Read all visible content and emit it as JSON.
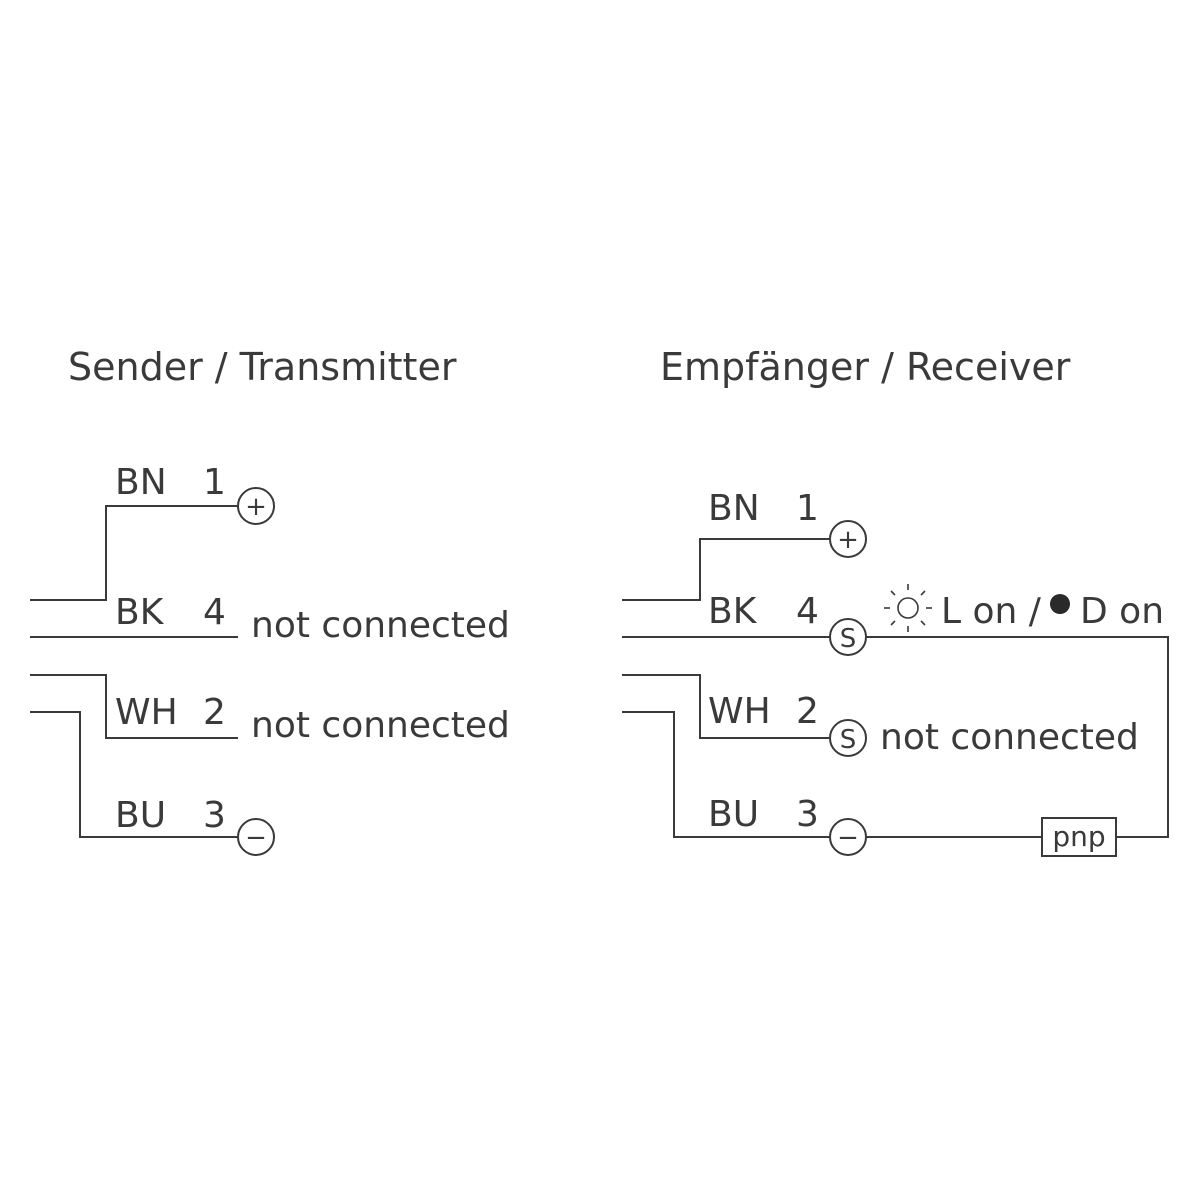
{
  "transmitter": {
    "title": "Sender / Transmitter",
    "wires": [
      {
        "color": "BN",
        "pin": "1",
        "terminal": "+"
      },
      {
        "color": "BK",
        "pin": "4",
        "note": "not connected"
      },
      {
        "color": "WH",
        "pin": "2",
        "note": "not connected"
      },
      {
        "color": "BU",
        "pin": "3",
        "terminal": "−"
      }
    ]
  },
  "receiver": {
    "title": "Empfänger / Receiver",
    "wires": [
      {
        "color": "BN",
        "pin": "1",
        "terminal": "+"
      },
      {
        "color": "BK",
        "pin": "4",
        "terminal": "S"
      },
      {
        "color": "WH",
        "pin": "2",
        "terminal": "S",
        "note": "not connected"
      },
      {
        "color": "BU",
        "pin": "3",
        "terminal": "−"
      }
    ],
    "output_note": {
      "light_on": "L on /",
      "dark_on": "D on"
    },
    "output_type": "pnp"
  },
  "colors": {
    "line": "#3a3a3a",
    "background": "#ffffff"
  },
  "icons": [
    "sun-icon",
    "filled-dot-icon"
  ]
}
